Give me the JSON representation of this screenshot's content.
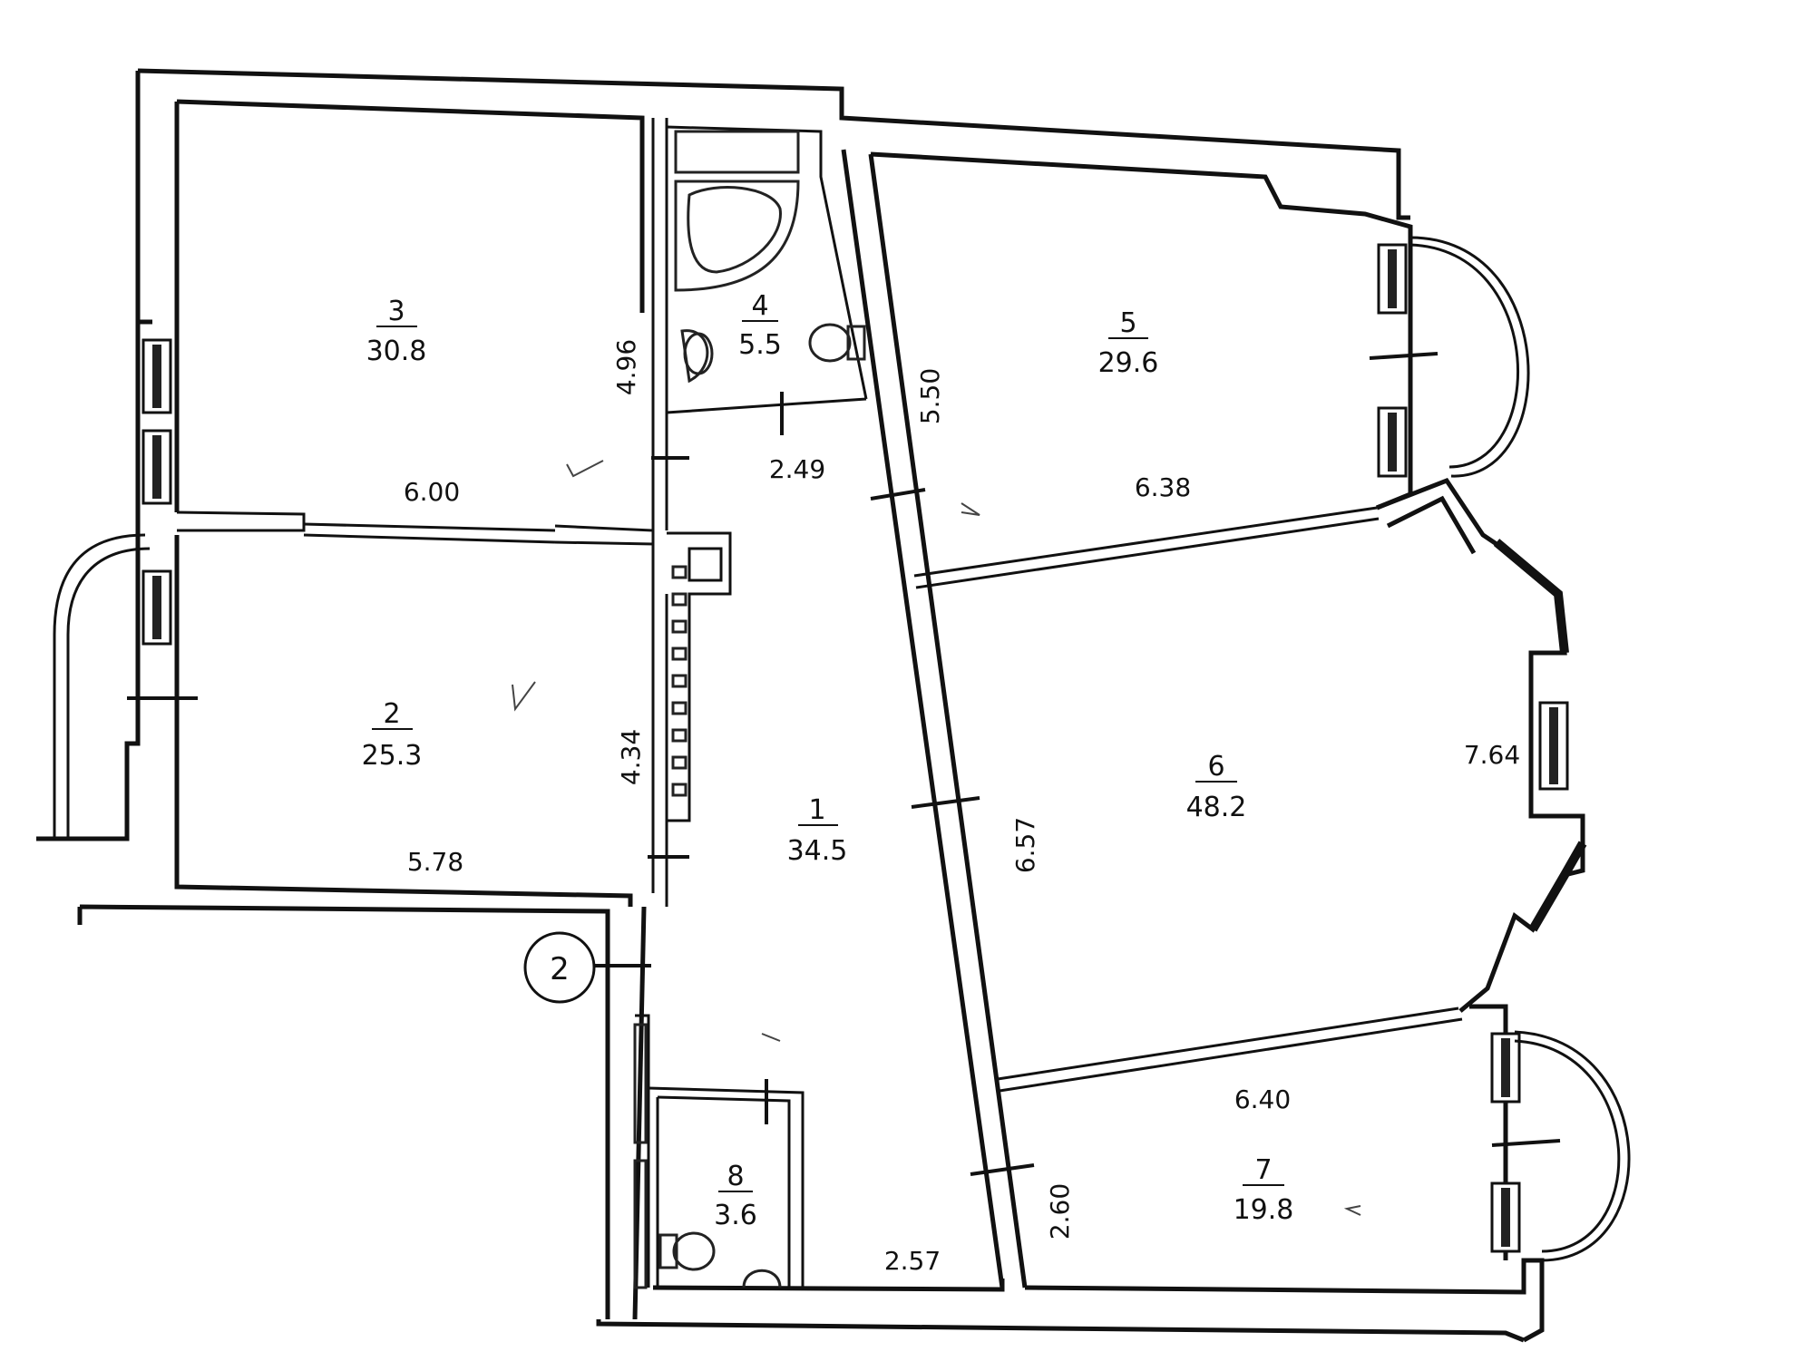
{
  "rooms": [
    {
      "id": "room-1",
      "number": "1",
      "area": "34.5"
    },
    {
      "id": "room-2",
      "number": "2",
      "area": "25.3"
    },
    {
      "id": "room-3",
      "number": "3",
      "area": "30.8"
    },
    {
      "id": "room-4",
      "number": "4",
      "area": "5.5"
    },
    {
      "id": "room-5",
      "number": "5",
      "area": "29.6"
    },
    {
      "id": "room-6",
      "number": "6",
      "area": "48.2"
    },
    {
      "id": "room-7",
      "number": "7",
      "area": "19.8"
    },
    {
      "id": "room-8",
      "number": "8",
      "area": "3.6"
    }
  ],
  "dimensions": {
    "room3_width": "6.00",
    "room3_depth": "4.96",
    "room4_width": "2.49",
    "room5_depth": "5.50",
    "room5_width": "6.38",
    "room2_depth": "4.34",
    "room2_width": "5.78",
    "room6_depth": "6.57",
    "room6_width": "7.64",
    "room7_width": "6.40",
    "room7_depth": "2.60",
    "corridor_width": "2.57"
  },
  "axis_marker": "2"
}
